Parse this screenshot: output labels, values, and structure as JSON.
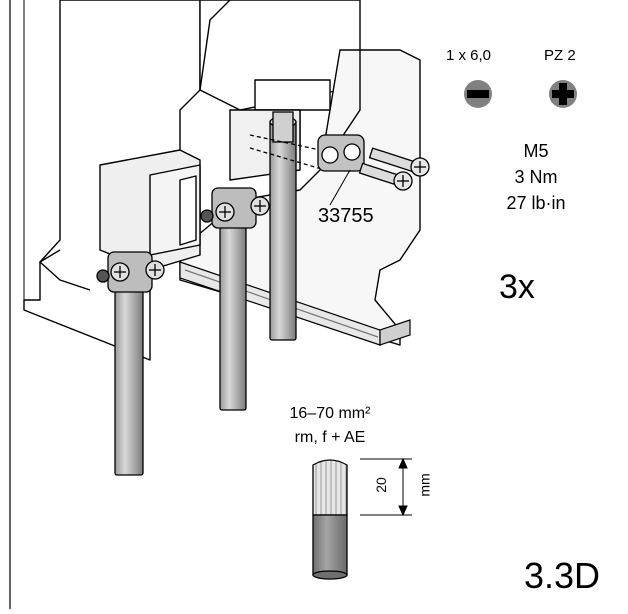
{
  "tools": {
    "flat": {
      "label": "1 x 6,0",
      "icon": "flat-screwdriver-icon"
    },
    "phillips": {
      "label": "PZ 2",
      "icon": "pozidriv-screwdriver-icon"
    }
  },
  "screw_spec": {
    "size": "M5",
    "torque_nm": "3 Nm",
    "torque_lbin": "27 lb·in"
  },
  "part_number": "33755",
  "quantity": "3x",
  "wire": {
    "cross_section": "16–70 mm²",
    "types": "rm, f + AE"
  },
  "strip_length": {
    "value": "20",
    "unit": "mm"
  },
  "step_number": "3.3D",
  "colors": {
    "line": "#000000",
    "light_gray": "#f2f2f2",
    "mid_gray": "#c8c8c8",
    "dark_gray": "#7f7f7f",
    "icon_fill": "#808080"
  }
}
